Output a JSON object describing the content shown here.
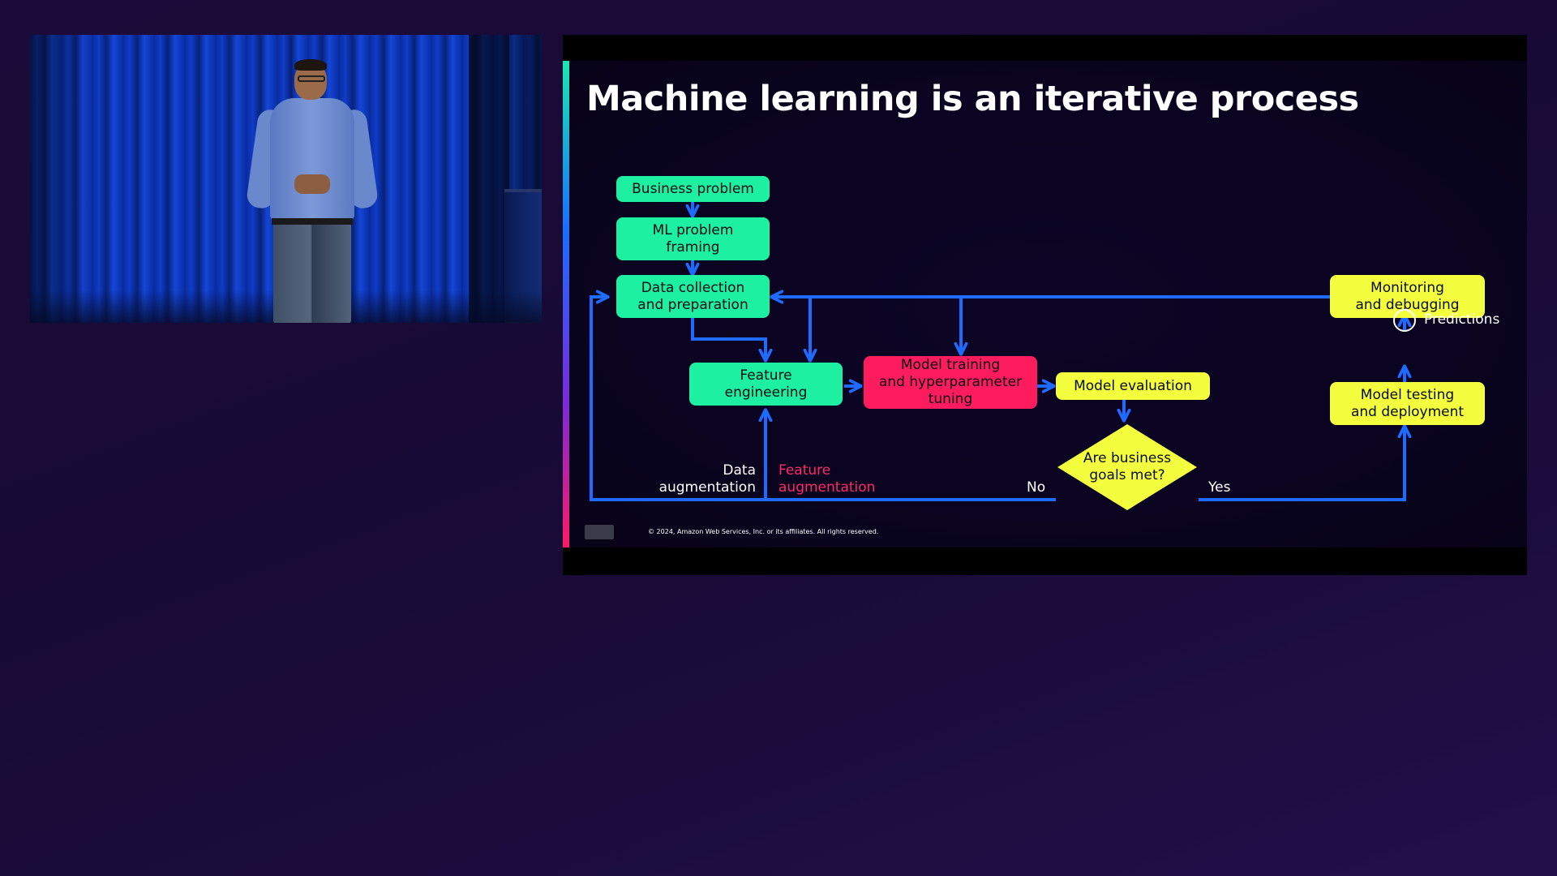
{
  "slide": {
    "title": "Machine learning is an iterative process",
    "copyright": "© 2024, Amazon Web Services, Inc. or its affiliates. All rights reserved."
  },
  "diagram": {
    "nodes": {
      "business_problem": "Business problem",
      "ml_problem_framing": "ML problem\nframing",
      "data_collection": "Data collection\nand preparation",
      "feature_engineering": "Feature\nengineering",
      "model_training": "Model training\nand hyperparameter\ntuning",
      "model_evaluation": "Model evaluation",
      "business_goals": "Are business\ngoals met?",
      "model_testing": "Model testing\nand deployment",
      "monitoring": "Monitoring\nand debugging"
    },
    "labels": {
      "data_augmentation": "Data\naugmentation",
      "feature_augmentation": "Feature\naugmentation",
      "no": "No",
      "yes": "Yes",
      "predictions": "Predictions"
    },
    "colors": {
      "arrow": "#1f6bff",
      "prep_stage": "#1ef0a2",
      "training_stage": "#ff1c5e",
      "evaluation_stage": "#f3ff3e",
      "feature_augmentation_text": "#ff2a66"
    }
  }
}
